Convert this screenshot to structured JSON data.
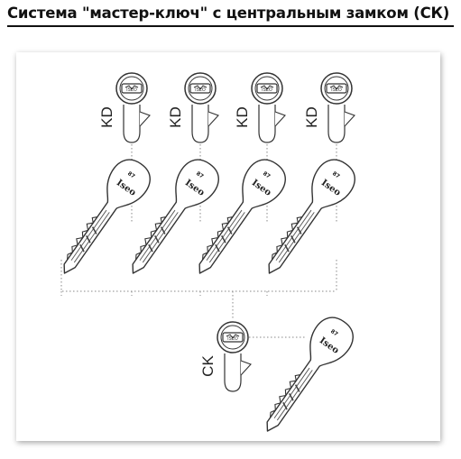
{
  "title": "Система \"мастер-ключ\" с центральным замком (СК)",
  "cylinders": [
    {
      "label": "KD",
      "brand_mark": "ISEO"
    },
    {
      "label": "KD",
      "brand_mark": "ISEO"
    },
    {
      "label": "KD",
      "brand_mark": "ISEO"
    },
    {
      "label": "KD",
      "brand_mark": "ISEO"
    },
    {
      "label": "CK",
      "brand_mark": "ISEO"
    }
  ],
  "keys": [
    {
      "code": "87",
      "brand": "Iseo"
    },
    {
      "code": "87",
      "brand": "Iseo"
    },
    {
      "code": "87",
      "brand": "Iseo"
    },
    {
      "code": "87",
      "brand": "Iseo"
    },
    {
      "code": "87",
      "brand": "Iseo"
    }
  ],
  "colors": {
    "line": "#333333",
    "connector": "#888888",
    "panel_bg": "#ffffff"
  }
}
